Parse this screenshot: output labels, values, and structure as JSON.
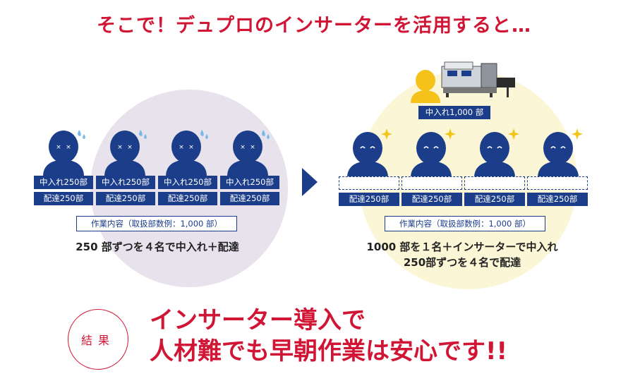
{
  "headline": "そこで！デュプロのインサーターを活用すると…",
  "left": {
    "workers": [
      {
        "insert_label": "中入れ250部",
        "delivery_label": "配達250部"
      },
      {
        "insert_label": "中入れ250部",
        "delivery_label": "配達250部"
      },
      {
        "insert_label": "中入れ250部",
        "delivery_label": "配達250部"
      },
      {
        "insert_label": "中入れ250部",
        "delivery_label": "配達250部"
      }
    ],
    "work_note": "作業内容（取扱部数例：1,000 部）",
    "caption": "250 部ずつを４名で中入れ＋配達"
  },
  "right": {
    "operator_label": "中入れ1,000 部",
    "workers": [
      {
        "delivery_label": "配達250部"
      },
      {
        "delivery_label": "配達250部"
      },
      {
        "delivery_label": "配達250部"
      },
      {
        "delivery_label": "配達250部"
      }
    ],
    "work_note": "作業内容（取扱部数例：1,000 部）",
    "caption_line1": "1000 部を１名＋インサーターで中入れ",
    "caption_line2": "250部ずつを４名で配達"
  },
  "result": {
    "badge": "結果",
    "line1": "インサーター導入で",
    "line2": "人材難でも早朝作業は安心です!!"
  },
  "colors": {
    "accent_red": "#d01535",
    "navy": "#1b3d8a",
    "sweat_blue": "#79b9e6",
    "gold": "#f2c51b"
  }
}
